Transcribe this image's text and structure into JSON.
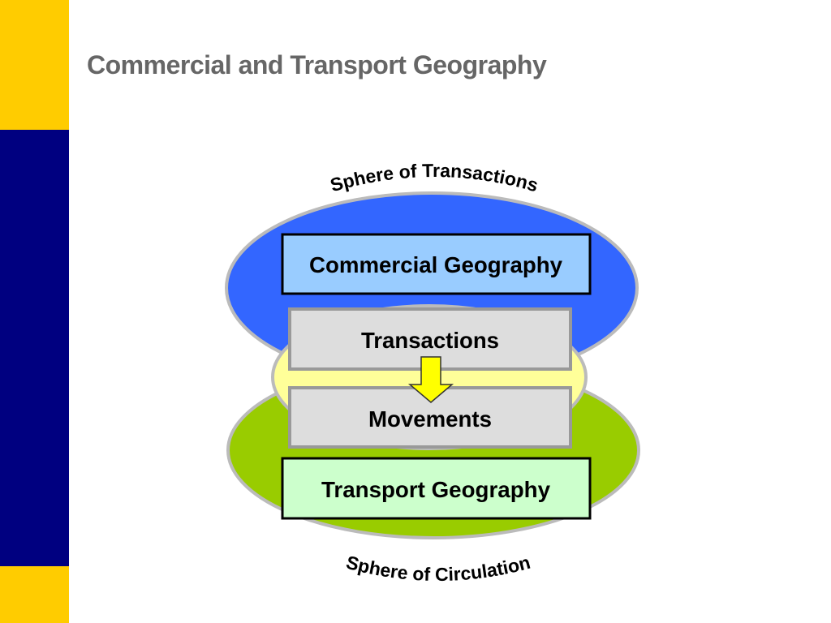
{
  "slide": {
    "title": "Commercial and Transport Geography"
  },
  "diagram": {
    "sphere_top_label": "Sphere of Transactions",
    "sphere_bottom_label": "Sphere of Circulation",
    "boxes": {
      "commercial": "Commercial Geography",
      "transactions": "Transactions",
      "movements": "Movements",
      "transport": "Transport Geography"
    },
    "colors": {
      "band_yellow": "#ffcc00",
      "band_navy": "#000080",
      "sphere_transactions": "#3366ff",
      "sphere_circulation": "#99cc00",
      "overlap": "#ffff99",
      "commercial_box": "#99ccff",
      "transport_box": "#ccffcc",
      "process_box": "#dddddd",
      "arrow": "#ffff00"
    }
  }
}
